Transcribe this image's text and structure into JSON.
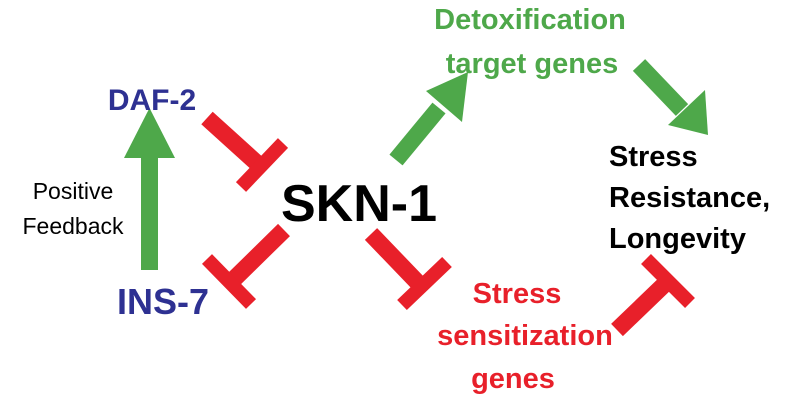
{
  "colors": {
    "green": "#4ea84a",
    "red": "#e8202a",
    "blue": "#2e3192",
    "black": "#000000"
  },
  "nodes": {
    "daf2": "DAF-2",
    "ins7": "INS-7",
    "skn1": "SKN-1",
    "positive_feedback": [
      "Positive",
      "Feedback"
    ],
    "detox": [
      "Detoxification",
      "target genes"
    ],
    "stress_sens": [
      "Stress",
      "sensitization",
      "genes"
    ],
    "stress_resistance": [
      "Stress",
      "Resistance,",
      "Longevity"
    ]
  },
  "edges": [
    {
      "from": "ins7",
      "to": "daf2",
      "kind": "activation"
    },
    {
      "from": "daf2",
      "to": "skn1",
      "kind": "inhibition"
    },
    {
      "from": "skn1",
      "to": "ins7",
      "kind": "inhibition"
    },
    {
      "from": "skn1",
      "to": "detox",
      "kind": "activation"
    },
    {
      "from": "detox",
      "to": "stress_resistance",
      "kind": "activation"
    },
    {
      "from": "skn1",
      "to": "stress_sens",
      "kind": "inhibition"
    },
    {
      "from": "stress_sens",
      "to": "stress_resistance",
      "kind": "inhibition"
    }
  ]
}
